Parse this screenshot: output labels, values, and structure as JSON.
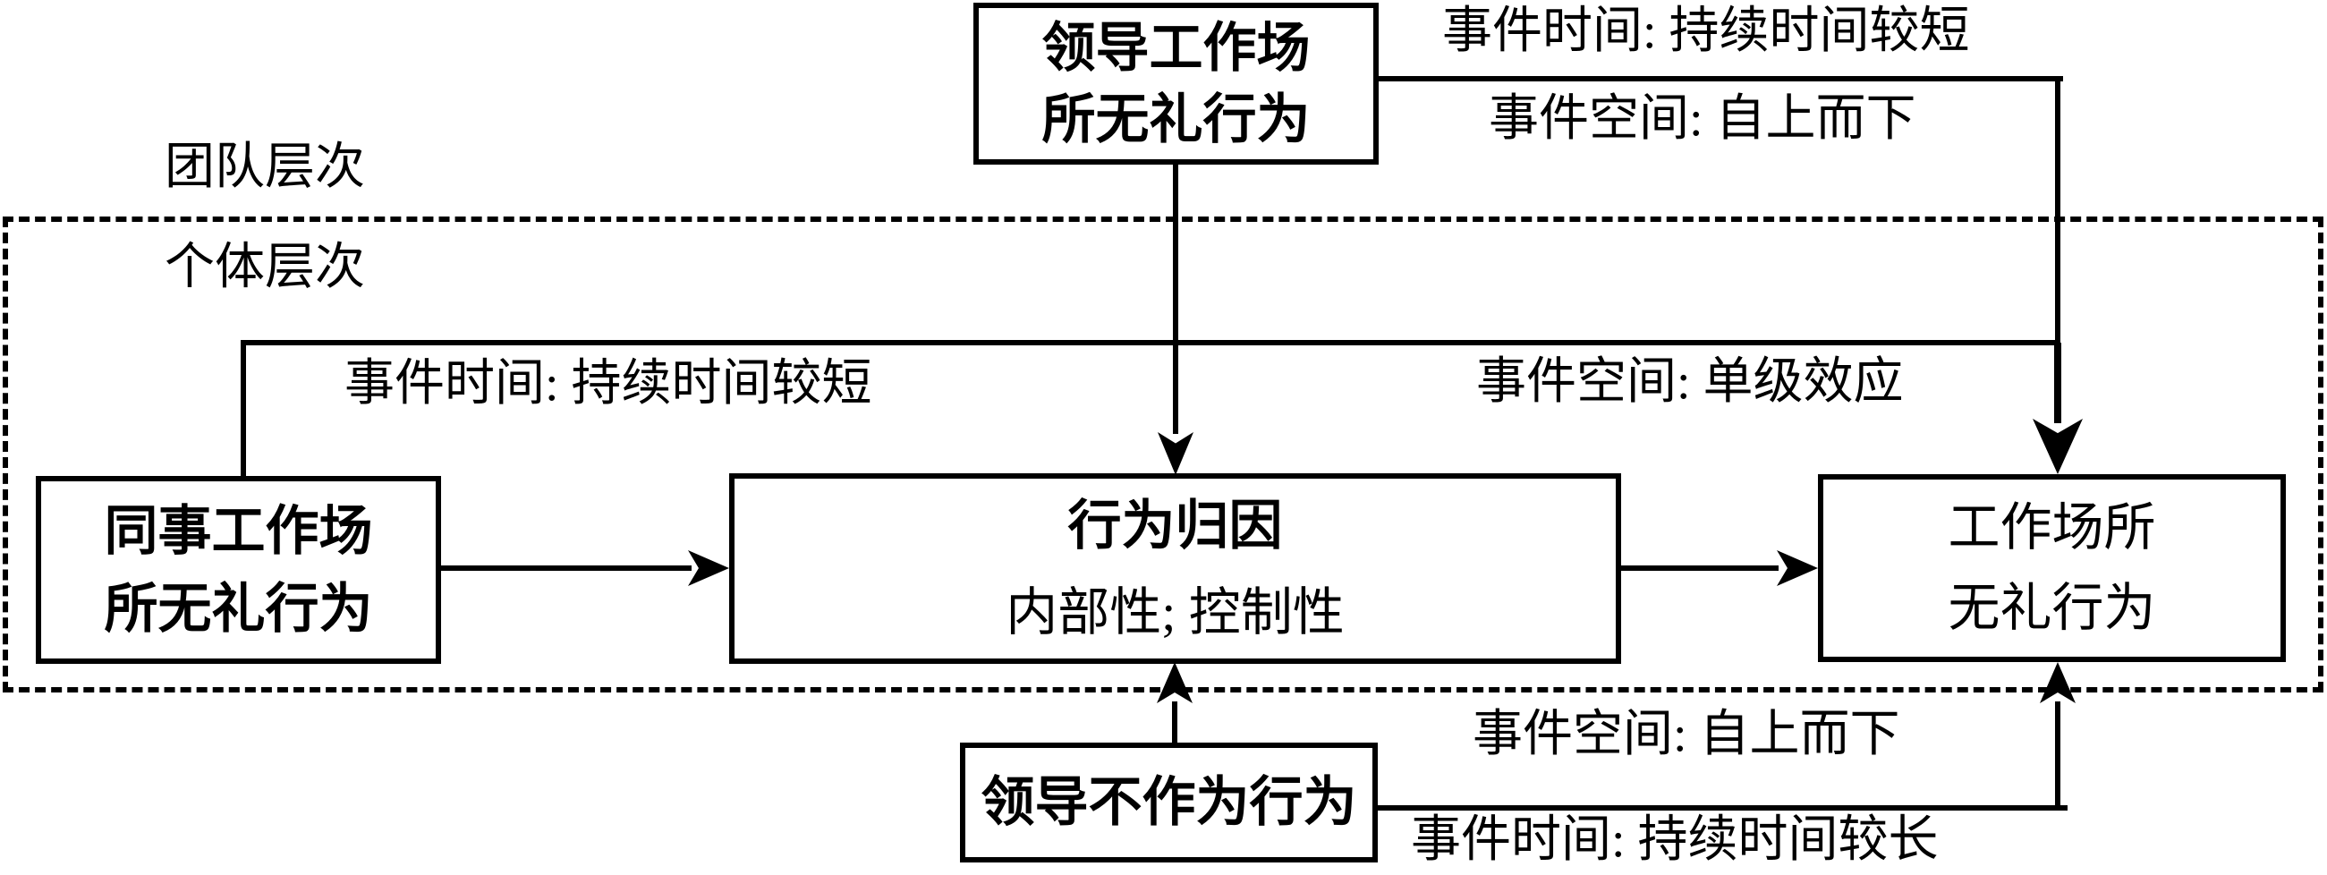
{
  "colors": {
    "ink": "#000000",
    "background": "#ffffff"
  },
  "levels": {
    "team": "团队层次",
    "individual": "个体层次"
  },
  "boxes": {
    "leader_incivility": {
      "line1": "领导工作场",
      "line2": "所无礼行为"
    },
    "coworker_incivility": {
      "line1": "同事工作场",
      "line2": "所无礼行为"
    },
    "attribution": {
      "title": "行为归因",
      "subtitle": "内部性; 控制性"
    },
    "workplace_incivility": {
      "line1": "工作场所",
      "line2": "无礼行为"
    },
    "leader_inaction": {
      "label": "领导不作为行为"
    }
  },
  "edge_labels": {
    "leader_time": "事件时间: 持续时间较短",
    "leader_space": "事件空间: 自上而下",
    "coworker_time": "事件时间: 持续时间较短",
    "coworker_space": "事件空间: 单级效应",
    "inaction_space": "事件空间: 自上而下",
    "inaction_time": "事件时间: 持续时间较长"
  }
}
